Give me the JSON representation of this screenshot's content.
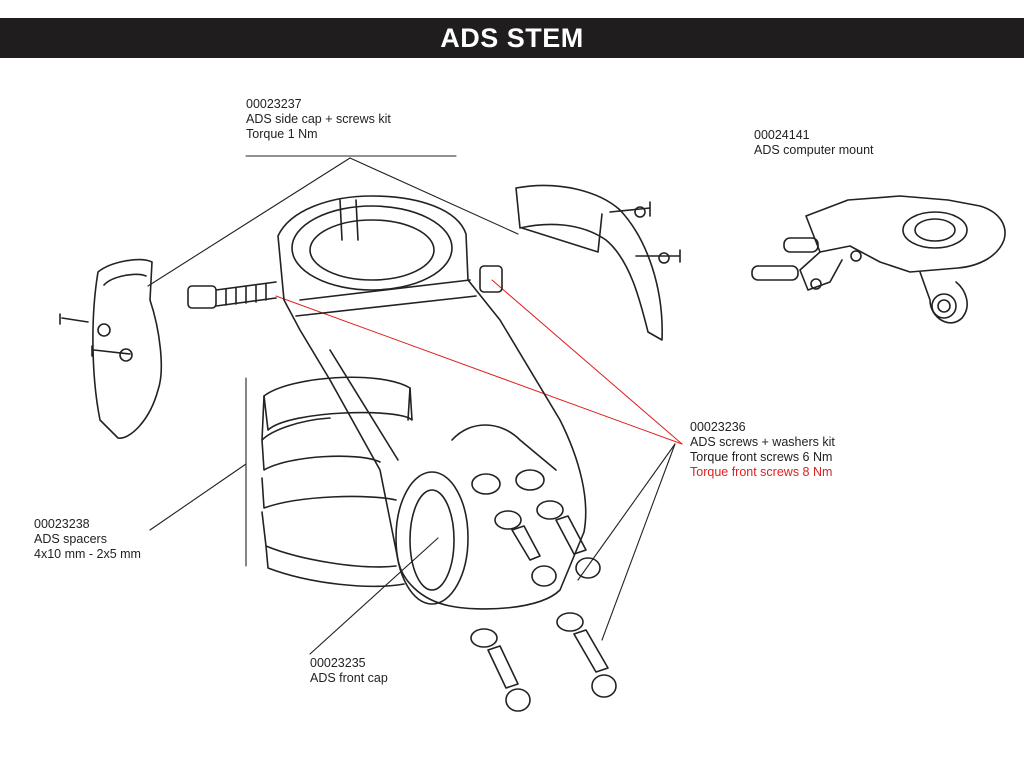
{
  "title": "ADS STEM",
  "callouts": {
    "side_cap": {
      "code": "00023237",
      "name": "ADS side cap + screws kit",
      "torque": "Torque 1 Nm"
    },
    "computer_mount": {
      "code": "00024141",
      "name": "ADS computer mount"
    },
    "screws": {
      "code": "00023236",
      "name": "ADS screws + washers kit",
      "torque": "Torque front screws 6 Nm",
      "torque_alt": "Torque front screws 8 Nm"
    },
    "spacers": {
      "code": "00023238",
      "name": "ADS spacers",
      "sizes": "4x10 mm - 2x5 mm"
    },
    "front_cap": {
      "code": "00023235",
      "name": "ADS front cap"
    }
  },
  "colors": {
    "title_bar": "#1f1d1e",
    "highlight": "#e02020",
    "line": "#222222"
  }
}
